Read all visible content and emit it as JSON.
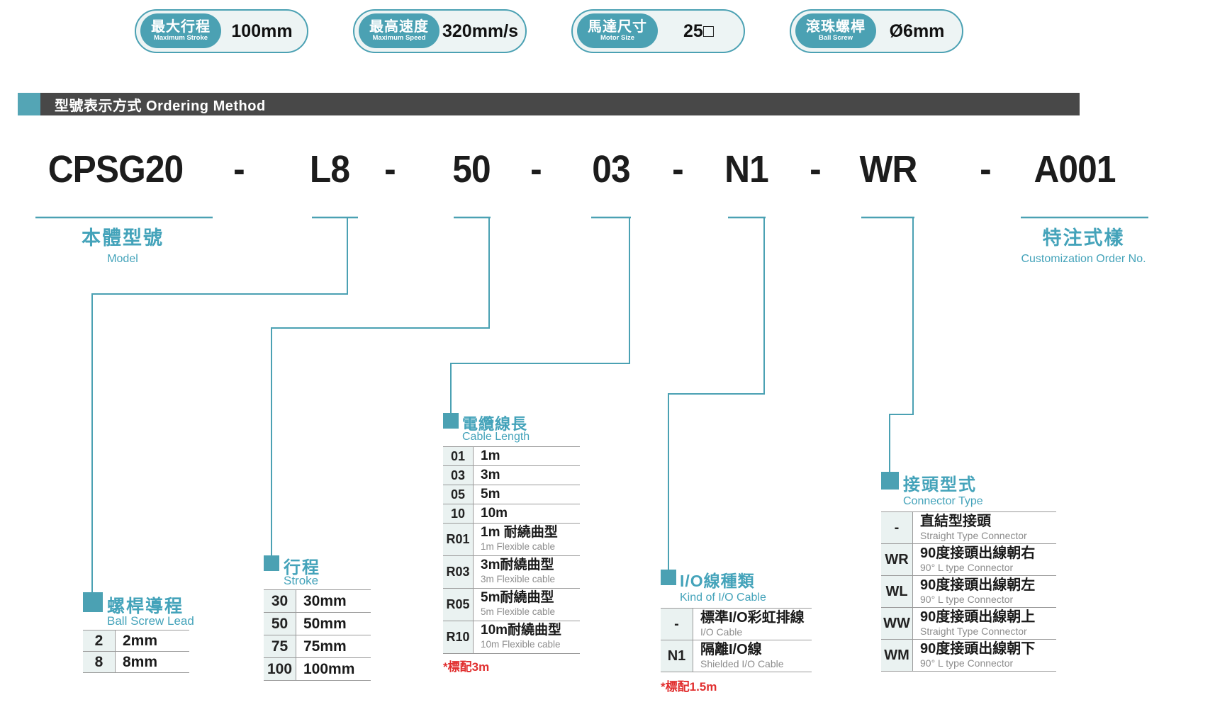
{
  "badges": [
    {
      "zh": "最大行程",
      "en": "Maximum Stroke",
      "value": "100mm"
    },
    {
      "zh": "最高速度",
      "en": "Maximum Speed",
      "value": "320mm/s"
    },
    {
      "zh": "馬達尺寸",
      "en": "Motor Size",
      "value": "25□"
    },
    {
      "zh": "滾珠螺桿",
      "en": "Ball Screw",
      "value": "Ø6mm"
    }
  ],
  "section_header": {
    "title": "型號表示方式 Ordering Method"
  },
  "model_code": {
    "full": "CPSG20-L8-50-03-N1-WR-A001",
    "segments": [
      "CPSG20",
      "-",
      "L8",
      "-",
      "50",
      "-",
      "03",
      "-",
      "N1",
      "-",
      "WR",
      "-",
      "A001"
    ]
  },
  "model_label": {
    "zh": "本體型號",
    "en": "Model"
  },
  "custom_label": {
    "zh": "特注式樣",
    "en": "Customization Order No."
  },
  "sections": {
    "lead": {
      "zh": "螺桿導程",
      "en": "Ball Screw Lead",
      "rows": [
        {
          "code": "2",
          "main": "2mm"
        },
        {
          "code": "8",
          "main": "8mm"
        }
      ]
    },
    "stroke": {
      "zh": "行程",
      "en": "Stroke",
      "rows": [
        {
          "code": "30",
          "main": "30mm"
        },
        {
          "code": "50",
          "main": "50mm"
        },
        {
          "code": "75",
          "main": "75mm"
        },
        {
          "code": "100",
          "main": "100mm"
        }
      ]
    },
    "cable": {
      "zh": "電纜線長",
      "en": "Cable Length",
      "rows": [
        {
          "code": "01",
          "main": "1m"
        },
        {
          "code": "03",
          "main": "3m"
        },
        {
          "code": "05",
          "main": "5m"
        },
        {
          "code": "10",
          "main": "10m"
        },
        {
          "code": "R01",
          "main": "1m 耐繞曲型",
          "sub": "1m Flexible cable"
        },
        {
          "code": "R03",
          "main": "3m耐繞曲型",
          "sub": "3m Flexible cable"
        },
        {
          "code": "R05",
          "main": "5m耐繞曲型",
          "sub": "5m Flexible cable"
        },
        {
          "code": "R10",
          "main": "10m耐繞曲型",
          "sub": "10m Flexible cable"
        }
      ],
      "note": "*標配3m"
    },
    "io": {
      "zh": "I/O線種類",
      "en": "Kind of I/O Cable",
      "rows": [
        {
          "code": "-",
          "main": "標準I/O彩虹排線",
          "sub": "I/O Cable"
        },
        {
          "code": "N1",
          "main": "隔離I/O線",
          "sub": "Shielded I/O Cable"
        }
      ],
      "note": "*標配1.5m"
    },
    "connector": {
      "zh": "接頭型式",
      "en": "Connector Type",
      "rows": [
        {
          "code": "-",
          "main": "直結型接頭",
          "sub": "Straight Type Connector"
        },
        {
          "code": "WR",
          "main": "90度接頭出線朝右",
          "sub": "90° L type Connector"
        },
        {
          "code": "WL",
          "main": "90度接頭出線朝左",
          "sub": "90° L type Connector"
        },
        {
          "code": "WW",
          "main": "90度接頭出線朝上",
          "sub": "Straight Type Connector"
        },
        {
          "code": "WM",
          "main": "90度接頭出線朝下",
          "sub": "90° L type Connector"
        }
      ]
    }
  },
  "colors": {
    "teal": "#4BA1B3",
    "dark_bar": "#484848",
    "red": "#E12F2F",
    "code_cell_bg": "#EAF2F1"
  }
}
